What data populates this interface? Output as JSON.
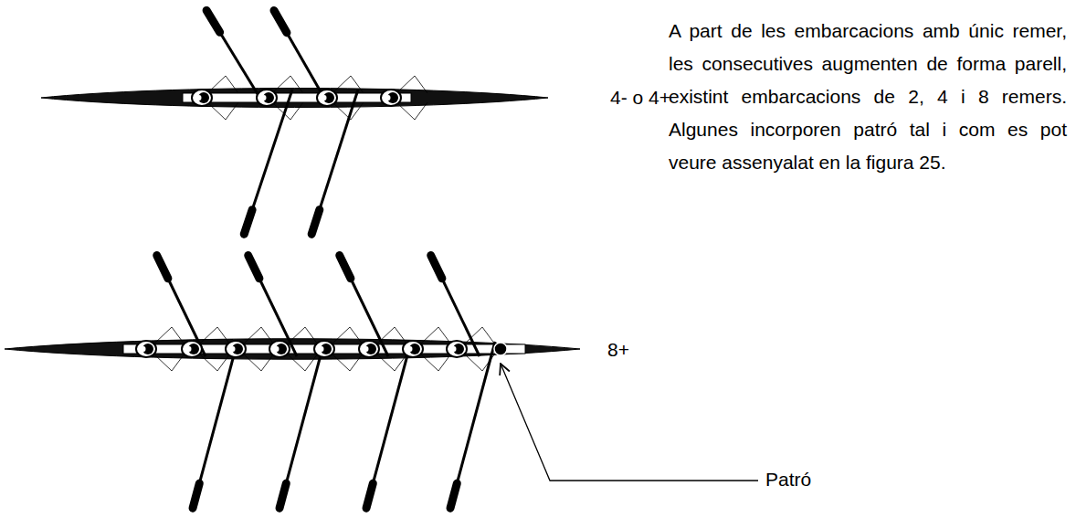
{
  "diagram": {
    "labels": [
      "A part de les embarcacions amb únic remer, les consecutives augmenten de forma parell, existint embarcacions de 2, 4 i 8 remers. Algunes incorporen patró tal i com es pot veure assenyalat en la figura 25.",
      "4- o 4+",
      "8+",
      "Patró"
    ]
  }
}
